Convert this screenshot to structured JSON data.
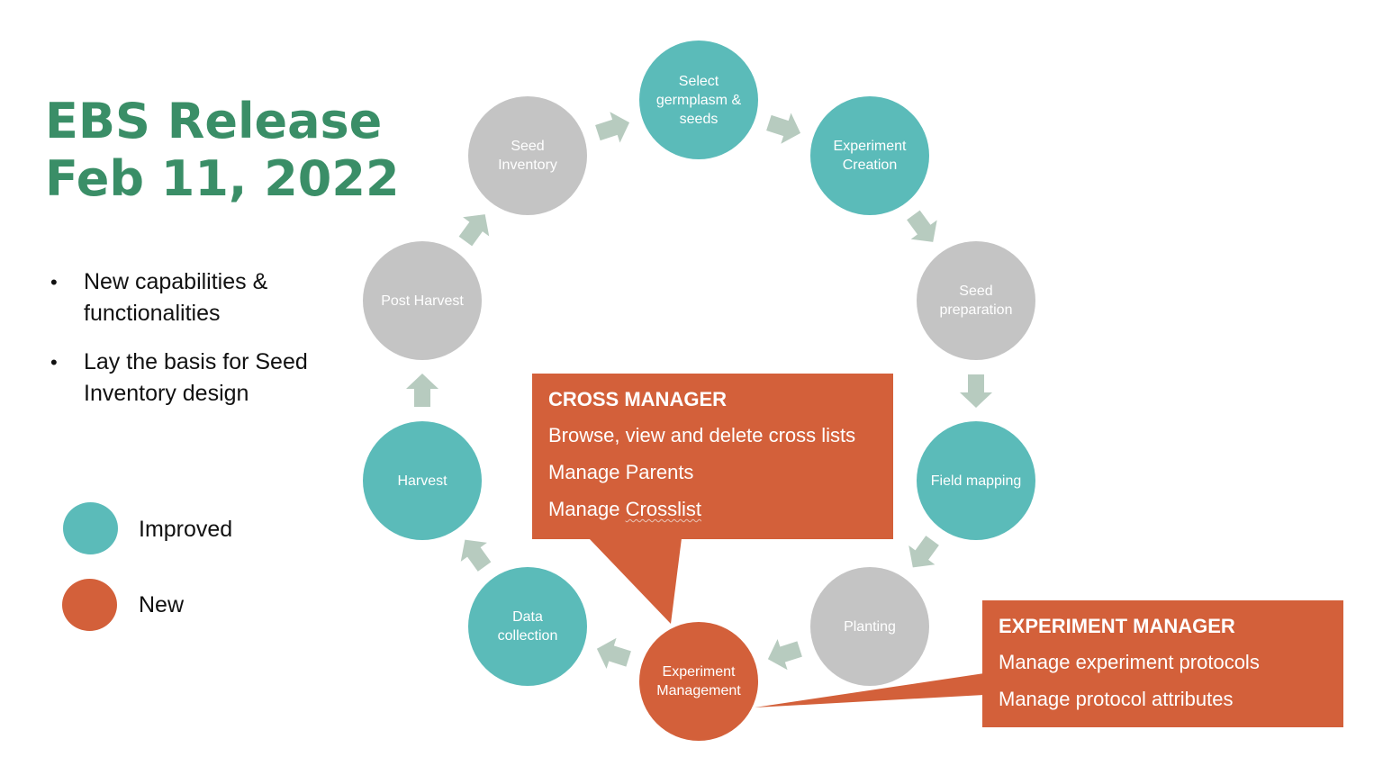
{
  "title": {
    "line1": "EBS Release",
    "line2": "Feb 11, 2022",
    "color": "#3a8e67"
  },
  "bullets": [
    "New capabilities & functionalities",
    "Lay the basis for Seed Inventory design"
  ],
  "legend": [
    {
      "label": "Improved",
      "color": "#5bbbb9"
    },
    {
      "label": "New",
      "color": "#d3603a"
    }
  ],
  "colors": {
    "improved": "#5bbbb9",
    "new": "#d3603a",
    "unchanged": "#c4c4c4",
    "arrow": "#b7cbbf"
  },
  "cycle": [
    {
      "label": "Select\ngermplasm &\nseeds",
      "status": "improved"
    },
    {
      "label": "Experiment\nCreation",
      "status": "improved"
    },
    {
      "label": "Seed\npreparation",
      "status": "unchanged"
    },
    {
      "label": "Field mapping",
      "status": "improved"
    },
    {
      "label": "Planting",
      "status": "unchanged"
    },
    {
      "label": "Experiment\nManagement",
      "status": "new"
    },
    {
      "label": "Data\ncollection",
      "status": "improved"
    },
    {
      "label": "Harvest",
      "status": "improved"
    },
    {
      "label": "Post Harvest",
      "status": "unchanged"
    },
    {
      "label": "Seed\nInventory",
      "status": "unchanged"
    }
  ],
  "callouts": {
    "cross_manager": {
      "title": "CROSS MANAGER",
      "items": [
        "Browse, view and delete cross lists",
        "Manage Parents"
      ],
      "last_prefix": "Manage ",
      "last_highlight": "Crosslist"
    },
    "experiment_manager": {
      "title": "EXPERIMENT MANAGER",
      "items": [
        "Manage experiment protocols",
        "Manage protocol attributes"
      ]
    }
  }
}
